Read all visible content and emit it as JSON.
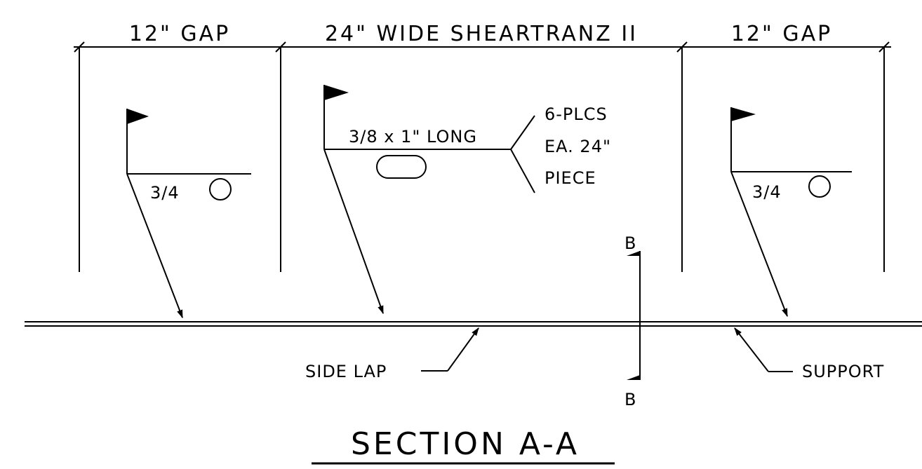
{
  "dimensions": {
    "left_gap": "12\" GAP",
    "center_width": "24\" WIDE SHEARTRANZ II",
    "right_gap": "12\" GAP"
  },
  "welds": {
    "left_size": "3/4",
    "right_size": "3/4",
    "center_label": "3/8 x 1\" LONG",
    "center_note": [
      "6-PLCS",
      "EA. 24\"",
      "PIECE"
    ]
  },
  "callouts": {
    "side_lap": "SIDE LAP",
    "support": "SUPPORT"
  },
  "section_marks": {
    "top": "B",
    "bottom": "B"
  },
  "title": "SECTION A-A"
}
